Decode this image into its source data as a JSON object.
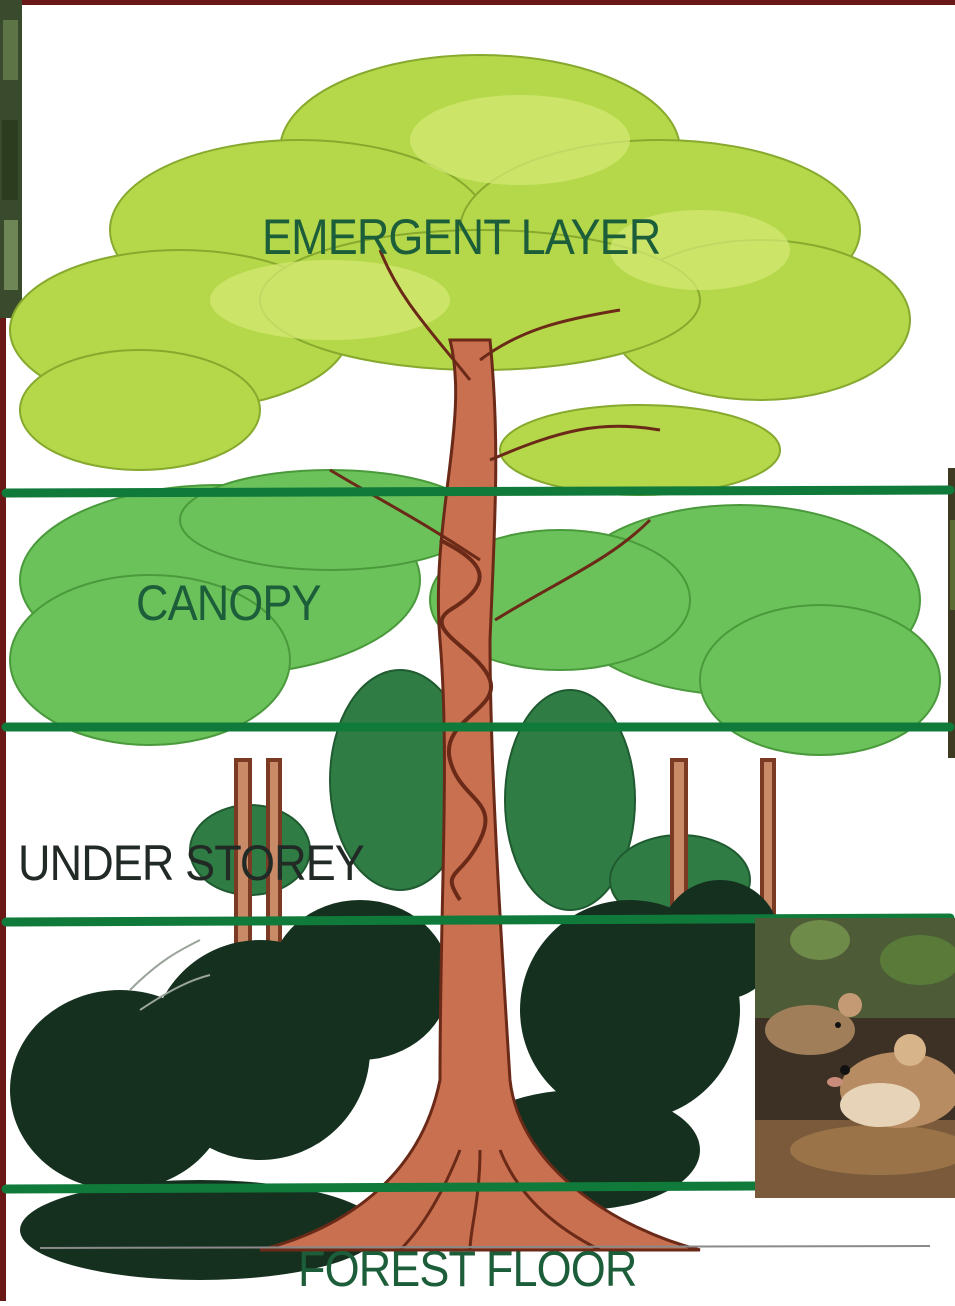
{
  "diagram": {
    "layers": [
      {
        "id": "emergent",
        "label": "EMERGENT LAYER"
      },
      {
        "id": "canopy",
        "label": "CANOPY"
      },
      {
        "id": "understorey",
        "label": "UNDER STOREY"
      },
      {
        "id": "floor",
        "label": "FOREST FLOOR"
      }
    ],
    "colors": {
      "divider": "#0f7a3a",
      "label_green": "#1c5e3a",
      "label_dark": "#222a26",
      "emergent_foliage": "#b5d84a",
      "canopy_foliage": "#6cc25a",
      "understorey_foliage": "#2f7d45",
      "floor_foliage": "#16301f",
      "trunk": "#c8704f",
      "trunk_outline": "#6b2a18",
      "frame_dark": "#6a1717"
    },
    "photos": [
      "mouse-photo",
      "jungle-photo-top-left",
      "jungle-photo-right"
    ]
  }
}
